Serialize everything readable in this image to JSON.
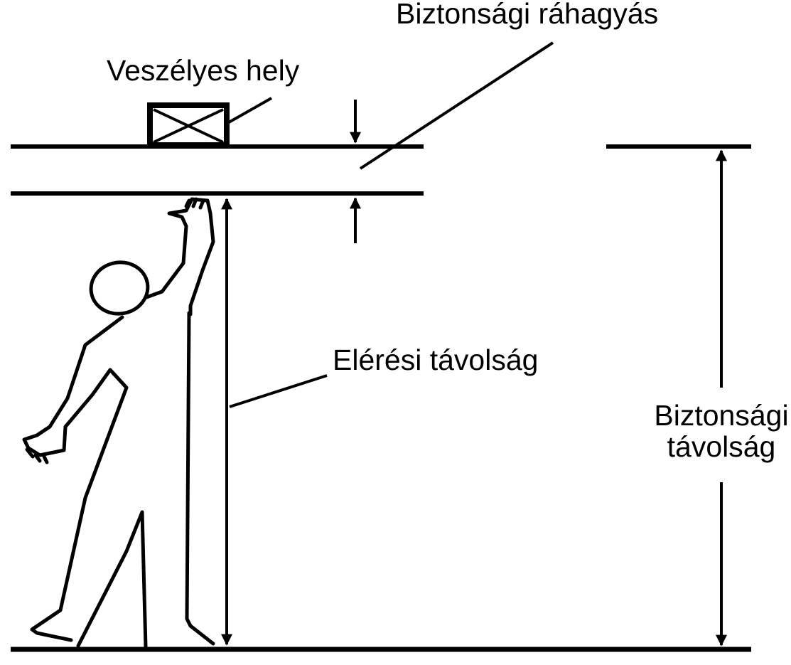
{
  "labels": {
    "hazard_zone": "Veszélyes hely",
    "safety_margin": "Biztonsági ráhagyás",
    "reach_distance": "Elérési távolság",
    "safety_distance_line1": "Biztonsági",
    "safety_distance_line2": "távolság"
  },
  "colors": {
    "ink": "#000000",
    "background": "#ffffff"
  }
}
